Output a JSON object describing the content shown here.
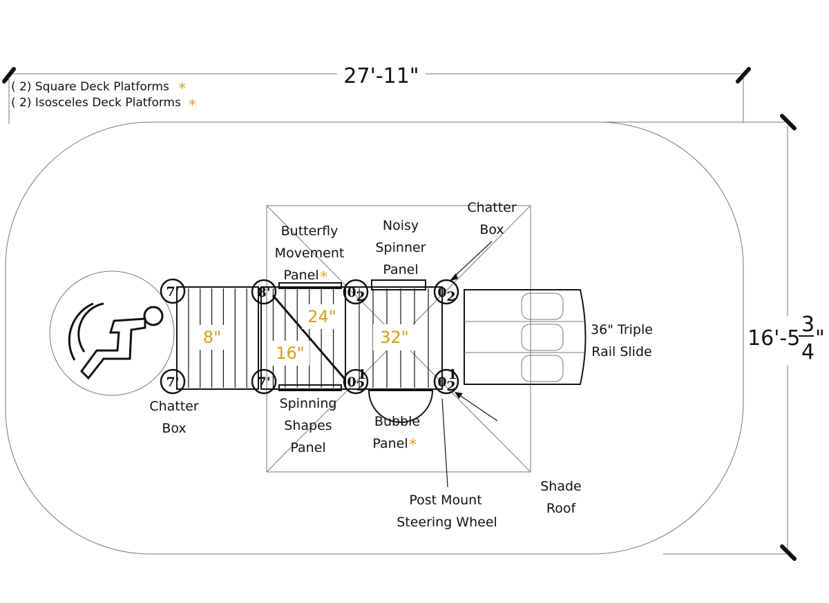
{
  "dimensions": {
    "width": "27'-11\"",
    "height_main": "16'-5",
    "height_fraction_num": "3",
    "height_fraction_den": "4",
    "height_suffix": "\""
  },
  "notes": [
    {
      "text": "( 2) Square Deck Platforms",
      "star": "*"
    },
    {
      "text": "( 2) Isosceles Deck Platforms",
      "star": "*"
    }
  ],
  "deck_heights": [
    "8\"",
    "24\"",
    "16\"",
    "32\""
  ],
  "posts": {
    "left_top": "7'",
    "left_bottom": "7'",
    "mid_top": "8'",
    "mid_bottom": "7'",
    "c_top": "0",
    "c_top_sub": "2",
    "c_bottom": "0",
    "c_bottom_sub": "2",
    "c_bottom_sup": "1",
    "r_top": "0",
    "r_top_sub": "2",
    "r_bottom": "0",
    "r_bottom_sub": "2",
    "r_bottom_sup": "1"
  },
  "labels": {
    "chatter_box_top": [
      "Chatter",
      "Box"
    ],
    "noisy_spinner": [
      "Noisy",
      "Spinner",
      "Panel"
    ],
    "butterfly": [
      "Butterfly",
      "Movement",
      "Panel"
    ],
    "butterfly_star": "*",
    "slide": [
      "36\" Triple",
      "Rail Slide"
    ],
    "chatter_box_left": [
      "Chatter",
      "Box"
    ],
    "spinning_shapes": [
      "Spinning",
      "Shapes",
      "Panel"
    ],
    "bubble": [
      "Bubble",
      "Panel"
    ],
    "bubble_star": "*",
    "steering": [
      "Post Mount",
      "Steering Wheel"
    ],
    "shade_roof": [
      "Shade",
      "Roof"
    ]
  }
}
